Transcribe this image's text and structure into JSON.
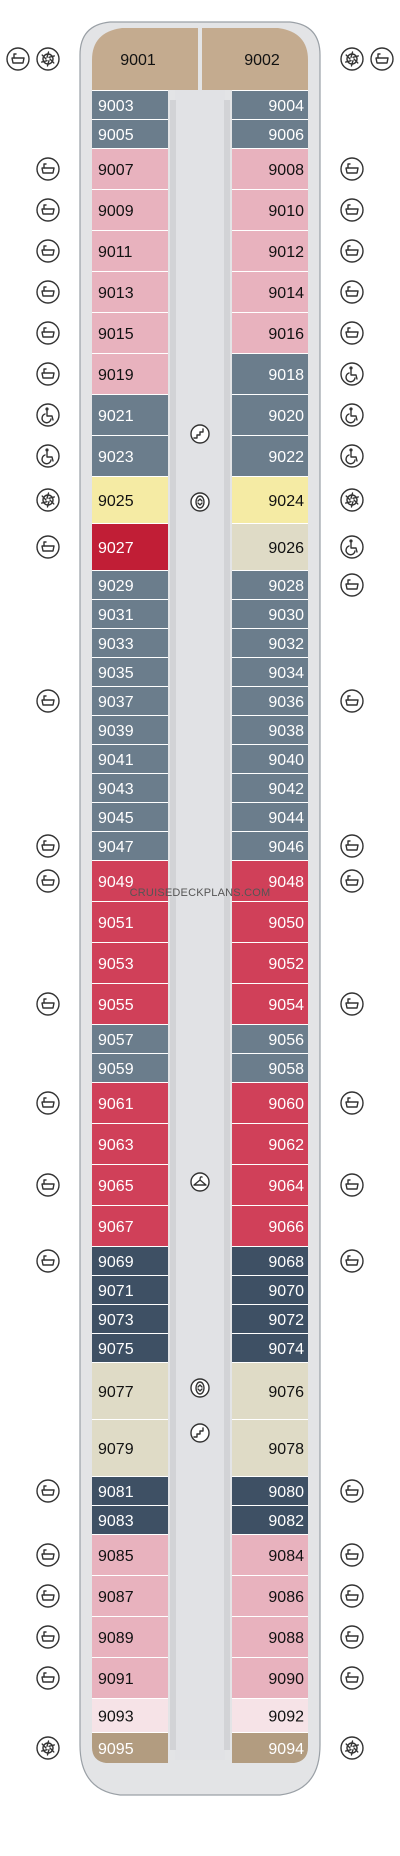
{
  "colors": {
    "owners_suite": "#c4ab8f",
    "end_suite": "#b29c80",
    "pink": "#e8b2be",
    "pale_pink": "#f6e3e7",
    "slate": "#6b7d8c",
    "navy": "#3e5064",
    "red": "#d04059",
    "dark_red": "#c11e36",
    "yellow": "#f5eba4",
    "beige": "#dfdbc6",
    "hull": "#ffffff",
    "deck": "#e3e4e6"
  },
  "watermark": "CRUISEDECKPLANS.COM",
  "cabins": [
    {
      "id": "9001",
      "category": "owners_suite",
      "side": "port",
      "row": 0
    },
    {
      "id": "9002",
      "category": "owners_suite",
      "side": "starboard",
      "row": 0
    },
    {
      "id": "9003",
      "category": "slate",
      "side": "port",
      "row": 1
    },
    {
      "id": "9005",
      "category": "slate",
      "side": "port",
      "row": 2
    },
    {
      "id": "9004",
      "category": "slate",
      "side": "starboard",
      "row": 1
    },
    {
      "id": "9006",
      "category": "slate",
      "side": "starboard",
      "row": 2
    },
    {
      "id": "9007",
      "category": "pink",
      "side": "port",
      "row": 3
    },
    {
      "id": "9009",
      "category": "pink",
      "side": "port",
      "row": 4
    },
    {
      "id": "9008",
      "category": "pink",
      "side": "starboard",
      "row": 3
    },
    {
      "id": "9010",
      "category": "pink",
      "side": "starboard",
      "row": 4
    },
    {
      "id": "9011",
      "category": "pink",
      "side": "port",
      "row": 5
    },
    {
      "id": "9013",
      "category": "pink",
      "side": "port",
      "row": 6
    },
    {
      "id": "9012",
      "category": "pink",
      "side": "starboard",
      "row": 5
    },
    {
      "id": "9014",
      "category": "pink",
      "side": "starboard",
      "row": 6
    },
    {
      "id": "9015",
      "category": "pink",
      "side": "port",
      "row": 7
    },
    {
      "id": "9019",
      "category": "pink",
      "side": "port",
      "row": 8
    },
    {
      "id": "9016",
      "category": "pink",
      "side": "starboard",
      "row": 7
    },
    {
      "id": "9018",
      "category": "slate",
      "side": "starboard",
      "row": 8
    },
    {
      "id": "9021",
      "category": "slate",
      "side": "port",
      "row": 9
    },
    {
      "id": "9023",
      "category": "slate",
      "side": "port",
      "row": 10
    },
    {
      "id": "9020",
      "category": "slate",
      "side": "starboard",
      "row": 9
    },
    {
      "id": "9022",
      "category": "slate",
      "side": "starboard",
      "row": 10
    },
    {
      "id": "9025",
      "category": "yellow",
      "side": "port",
      "row": 11
    },
    {
      "id": "9024",
      "category": "yellow",
      "side": "starboard",
      "row": 11
    },
    {
      "id": "9027",
      "category": "dark_red",
      "side": "port",
      "row": 12
    },
    {
      "id": "9026",
      "category": "beige",
      "side": "starboard",
      "row": 12
    },
    {
      "id": "9029",
      "category": "slate",
      "side": "port",
      "row": 13
    },
    {
      "id": "9031",
      "category": "slate",
      "side": "port",
      "row": 14
    },
    {
      "id": "9028",
      "category": "slate",
      "side": "starboard",
      "row": 13
    },
    {
      "id": "9030",
      "category": "slate",
      "side": "starboard",
      "row": 14
    },
    {
      "id": "9033",
      "category": "slate",
      "side": "port",
      "row": 15
    },
    {
      "id": "9035",
      "category": "slate",
      "side": "port",
      "row": 16
    },
    {
      "id": "9032",
      "category": "slate",
      "side": "starboard",
      "row": 15
    },
    {
      "id": "9034",
      "category": "slate",
      "side": "starboard",
      "row": 16
    },
    {
      "id": "9037",
      "category": "slate",
      "side": "port",
      "row": 17
    },
    {
      "id": "9039",
      "category": "slate",
      "side": "port",
      "row": 18
    },
    {
      "id": "9036",
      "category": "slate",
      "side": "starboard",
      "row": 17
    },
    {
      "id": "9038",
      "category": "slate",
      "side": "starboard",
      "row": 18
    },
    {
      "id": "9041",
      "category": "slate",
      "side": "port",
      "row": 19
    },
    {
      "id": "9043",
      "category": "slate",
      "side": "port",
      "row": 20
    },
    {
      "id": "9040",
      "category": "slate",
      "side": "starboard",
      "row": 19
    },
    {
      "id": "9042",
      "category": "slate",
      "side": "starboard",
      "row": 20
    },
    {
      "id": "9045",
      "category": "slate",
      "side": "port",
      "row": 21
    },
    {
      "id": "9047",
      "category": "slate",
      "side": "port",
      "row": 22
    },
    {
      "id": "9044",
      "category": "slate",
      "side": "starboard",
      "row": 21
    },
    {
      "id": "9046",
      "category": "slate",
      "side": "starboard",
      "row": 22
    },
    {
      "id": "9049",
      "category": "red",
      "side": "port",
      "row": 23
    },
    {
      "id": "9051",
      "category": "red",
      "side": "port",
      "row": 24
    },
    {
      "id": "9048",
      "category": "red",
      "side": "starboard",
      "row": 23
    },
    {
      "id": "9050",
      "category": "red",
      "side": "starboard",
      "row": 24
    },
    {
      "id": "9053",
      "category": "red",
      "side": "port",
      "row": 25
    },
    {
      "id": "9055",
      "category": "red",
      "side": "port",
      "row": 26
    },
    {
      "id": "9052",
      "category": "red",
      "side": "starboard",
      "row": 25
    },
    {
      "id": "9054",
      "category": "red",
      "side": "starboard",
      "row": 26
    },
    {
      "id": "9057",
      "category": "slate",
      "side": "port",
      "row": 27
    },
    {
      "id": "9059",
      "category": "slate",
      "side": "port",
      "row": 28
    },
    {
      "id": "9056",
      "category": "slate",
      "side": "starboard",
      "row": 27
    },
    {
      "id": "9058",
      "category": "slate",
      "side": "starboard",
      "row": 28
    },
    {
      "id": "9061",
      "category": "red",
      "side": "port",
      "row": 29
    },
    {
      "id": "9063",
      "category": "red",
      "side": "port",
      "row": 30
    },
    {
      "id": "9060",
      "category": "red",
      "side": "starboard",
      "row": 29
    },
    {
      "id": "9062",
      "category": "red",
      "side": "starboard",
      "row": 30
    },
    {
      "id": "9065",
      "category": "red",
      "side": "port",
      "row": 31
    },
    {
      "id": "9067",
      "category": "red",
      "side": "port",
      "row": 32
    },
    {
      "id": "9064",
      "category": "red",
      "side": "starboard",
      "row": 31
    },
    {
      "id": "9066",
      "category": "red",
      "side": "starboard",
      "row": 32
    },
    {
      "id": "9069",
      "category": "navy",
      "side": "port",
      "row": 33
    },
    {
      "id": "9071",
      "category": "navy",
      "side": "port",
      "row": 34
    },
    {
      "id": "9068",
      "category": "navy",
      "side": "starboard",
      "row": 33
    },
    {
      "id": "9070",
      "category": "navy",
      "side": "starboard",
      "row": 34
    },
    {
      "id": "9073",
      "category": "navy",
      "side": "port",
      "row": 35
    },
    {
      "id": "9075",
      "category": "navy",
      "side": "port",
      "row": 36
    },
    {
      "id": "9072",
      "category": "navy",
      "side": "starboard",
      "row": 35
    },
    {
      "id": "9074",
      "category": "navy",
      "side": "starboard",
      "row": 36
    },
    {
      "id": "9077",
      "category": "beige",
      "side": "port",
      "row": 37
    },
    {
      "id": "9079",
      "category": "beige",
      "side": "port",
      "row": 38
    },
    {
      "id": "9076",
      "category": "beige",
      "side": "starboard",
      "row": 37
    },
    {
      "id": "9078",
      "category": "beige",
      "side": "starboard",
      "row": 38
    },
    {
      "id": "9081",
      "category": "navy",
      "side": "port",
      "row": 39
    },
    {
      "id": "9083",
      "category": "navy",
      "side": "port",
      "row": 40
    },
    {
      "id": "9080",
      "category": "navy",
      "side": "starboard",
      "row": 39
    },
    {
      "id": "9082",
      "category": "navy",
      "side": "starboard",
      "row": 40
    },
    {
      "id": "9085",
      "category": "pink",
      "side": "port",
      "row": 41
    },
    {
      "id": "9087",
      "category": "pink",
      "side": "port",
      "row": 42
    },
    {
      "id": "9084",
      "category": "pink",
      "side": "starboard",
      "row": 41
    },
    {
      "id": "9086",
      "category": "pink",
      "side": "starboard",
      "row": 42
    },
    {
      "id": "9089",
      "category": "pink",
      "side": "port",
      "row": 43
    },
    {
      "id": "9091",
      "category": "pink",
      "side": "port",
      "row": 44
    },
    {
      "id": "9088",
      "category": "pink",
      "side": "starboard",
      "row": 43
    },
    {
      "id": "9090",
      "category": "pink",
      "side": "starboard",
      "row": 44
    },
    {
      "id": "9093",
      "category": "pale_pink",
      "side": "port",
      "row": 45
    },
    {
      "id": "9092",
      "category": "pale_pink",
      "side": "starboard",
      "row": 45
    },
    {
      "id": "9095",
      "category": "end_suite",
      "side": "port",
      "row": 46
    },
    {
      "id": "9094",
      "category": "end_suite",
      "side": "starboard",
      "row": 46
    }
  ],
  "side_icons": [
    {
      "row": 0,
      "side": "port",
      "icons": [
        "bathtub-icon",
        "shower-icon"
      ]
    },
    {
      "row": 0,
      "side": "starboard",
      "icons": [
        "shower-icon",
        "bathtub-icon"
      ]
    },
    {
      "row": 3,
      "side": "port",
      "icons": [
        "bathtub-icon"
      ]
    },
    {
      "row": 3,
      "side": "starboard",
      "icons": [
        "bathtub-icon"
      ]
    },
    {
      "row": 4,
      "side": "port",
      "icons": [
        "bathtub-icon"
      ]
    },
    {
      "row": 4,
      "side": "starboard",
      "icons": [
        "bathtub-icon"
      ]
    },
    {
      "row": 5,
      "side": "port",
      "icons": [
        "bathtub-icon"
      ]
    },
    {
      "row": 5,
      "side": "starboard",
      "icons": [
        "bathtub-icon"
      ]
    },
    {
      "row": 6,
      "side": "port",
      "icons": [
        "bathtub-icon"
      ]
    },
    {
      "row": 6,
      "side": "starboard",
      "icons": [
        "bathtub-icon"
      ]
    },
    {
      "row": 7,
      "side": "port",
      "icons": [
        "bathtub-icon"
      ]
    },
    {
      "row": 7,
      "side": "starboard",
      "icons": [
        "bathtub-icon"
      ]
    },
    {
      "row": 8,
      "side": "port",
      "icons": [
        "bathtub-icon"
      ]
    },
    {
      "row": 8,
      "side": "starboard",
      "icons": [
        "wheelchair-icon"
      ]
    },
    {
      "row": 9,
      "side": "port",
      "icons": [
        "wheelchair-icon"
      ]
    },
    {
      "row": 9,
      "side": "starboard",
      "icons": [
        "wheelchair-icon"
      ]
    },
    {
      "row": 10,
      "side": "port",
      "icons": [
        "wheelchair-icon"
      ]
    },
    {
      "row": 10,
      "side": "starboard",
      "icons": [
        "wheelchair-icon"
      ]
    },
    {
      "row": 11,
      "side": "port",
      "icons": [
        "shower-icon"
      ]
    },
    {
      "row": 11,
      "side": "starboard",
      "icons": [
        "shower-icon"
      ]
    },
    {
      "row": 12,
      "side": "port",
      "icons": [
        "bathtub-icon"
      ]
    },
    {
      "row": 12,
      "side": "starboard",
      "icons": [
        "wheelchair-icon"
      ]
    },
    {
      "row": 13,
      "side": "starboard",
      "icons": [
        "bathtub-icon"
      ]
    },
    {
      "row": 17,
      "side": "port",
      "icons": [
        "bathtub-icon"
      ]
    },
    {
      "row": 17,
      "side": "starboard",
      "icons": [
        "bathtub-icon"
      ]
    },
    {
      "row": 22,
      "side": "port",
      "icons": [
        "bathtub-icon"
      ]
    },
    {
      "row": 22,
      "side": "starboard",
      "icons": [
        "bathtub-icon"
      ]
    },
    {
      "row": 23,
      "side": "port",
      "icons": [
        "bathtub-icon"
      ]
    },
    {
      "row": 23,
      "side": "starboard",
      "icons": [
        "bathtub-icon"
      ]
    },
    {
      "row": 26,
      "side": "port",
      "icons": [
        "bathtub-icon"
      ]
    },
    {
      "row": 26,
      "side": "starboard",
      "icons": [
        "bathtub-icon"
      ]
    },
    {
      "row": 29,
      "side": "port",
      "icons": [
        "bathtub-icon"
      ]
    },
    {
      "row": 29,
      "side": "starboard",
      "icons": [
        "bathtub-icon"
      ]
    },
    {
      "row": 31,
      "side": "port",
      "icons": [
        "bathtub-icon"
      ]
    },
    {
      "row": 31,
      "side": "starboard",
      "icons": [
        "bathtub-icon"
      ]
    },
    {
      "row": 33,
      "side": "port",
      "icons": [
        "bathtub-icon"
      ]
    },
    {
      "row": 33,
      "side": "starboard",
      "icons": [
        "bathtub-icon"
      ]
    },
    {
      "row": 39,
      "side": "port",
      "icons": [
        "bathtub-icon"
      ]
    },
    {
      "row": 39,
      "side": "starboard",
      "icons": [
        "bathtub-icon"
      ]
    },
    {
      "row": 41,
      "side": "port",
      "icons": [
        "bathtub-icon"
      ]
    },
    {
      "row": 41,
      "side": "starboard",
      "icons": [
        "bathtub-icon"
      ]
    },
    {
      "row": 42,
      "side": "port",
      "icons": [
        "bathtub-icon"
      ]
    },
    {
      "row": 42,
      "side": "starboard",
      "icons": [
        "bathtub-icon"
      ]
    },
    {
      "row": 43,
      "side": "port",
      "icons": [
        "bathtub-icon"
      ]
    },
    {
      "row": 43,
      "side": "starboard",
      "icons": [
        "bathtub-icon"
      ]
    },
    {
      "row": 44,
      "side": "port",
      "icons": [
        "bathtub-icon"
      ]
    },
    {
      "row": 44,
      "side": "starboard",
      "icons": [
        "bathtub-icon"
      ]
    },
    {
      "row": 46,
      "side": "port",
      "icons": [
        "shower-icon"
      ]
    },
    {
      "row": 46,
      "side": "starboard",
      "icons": [
        "shower-icon"
      ]
    }
  ],
  "center_icons": [
    "stairs-icon",
    "elevator-icon",
    "hanger-icon",
    "elevator-icon",
    "stairs-icon"
  ]
}
